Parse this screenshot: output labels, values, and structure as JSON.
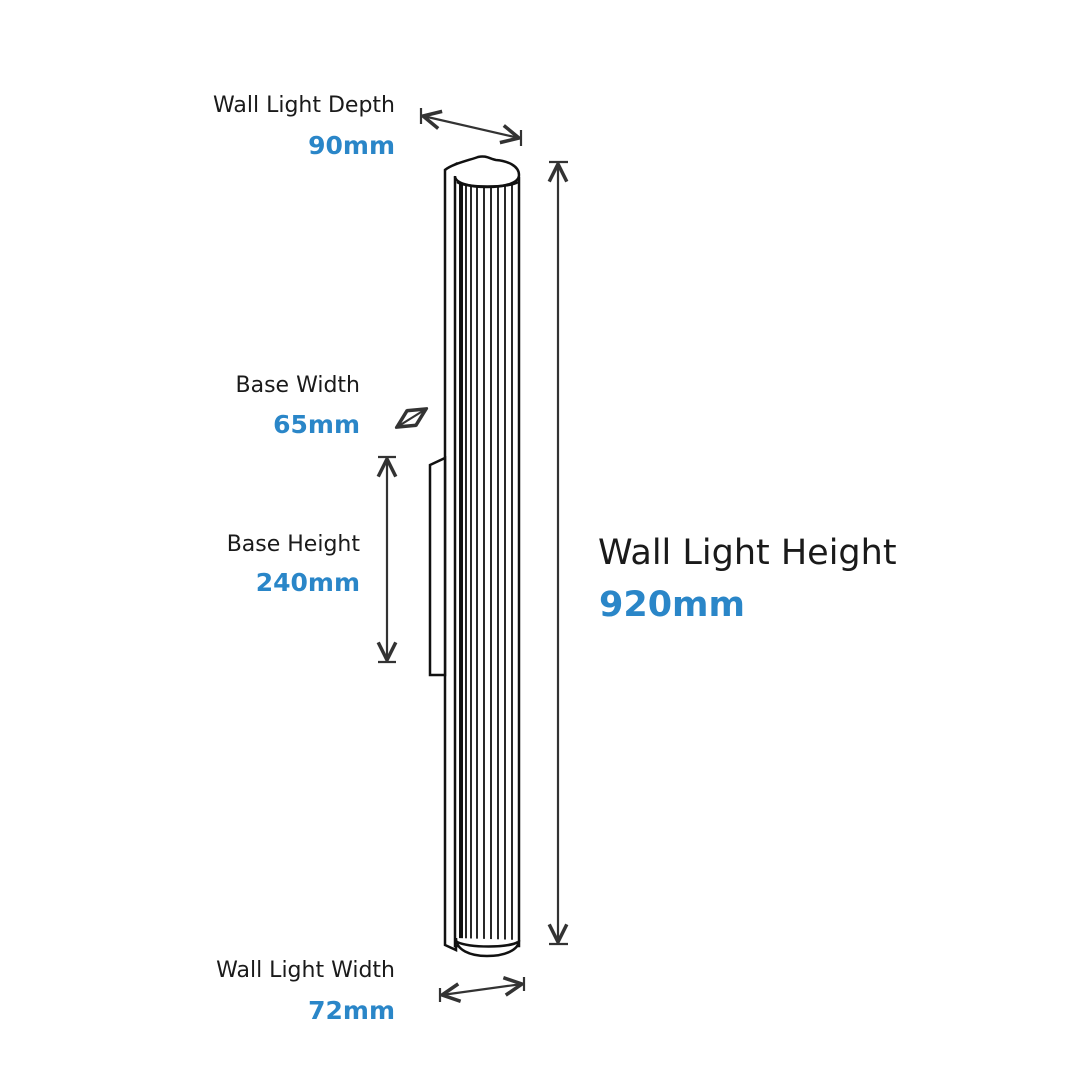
{
  "dimensions": {
    "depth": {
      "label": "Wall Light Depth",
      "value": "90mm"
    },
    "base_width": {
      "label": "Base Width",
      "value": "65mm"
    },
    "base_height": {
      "label": "Base Height",
      "value": "240mm"
    },
    "height": {
      "label": "Wall Light Height",
      "value": "920mm"
    },
    "width": {
      "label": "Wall Light Width",
      "value": "72mm"
    }
  },
  "colors": {
    "value": "#2a86c8",
    "label": "#1a1a1a",
    "line": "#333333"
  }
}
